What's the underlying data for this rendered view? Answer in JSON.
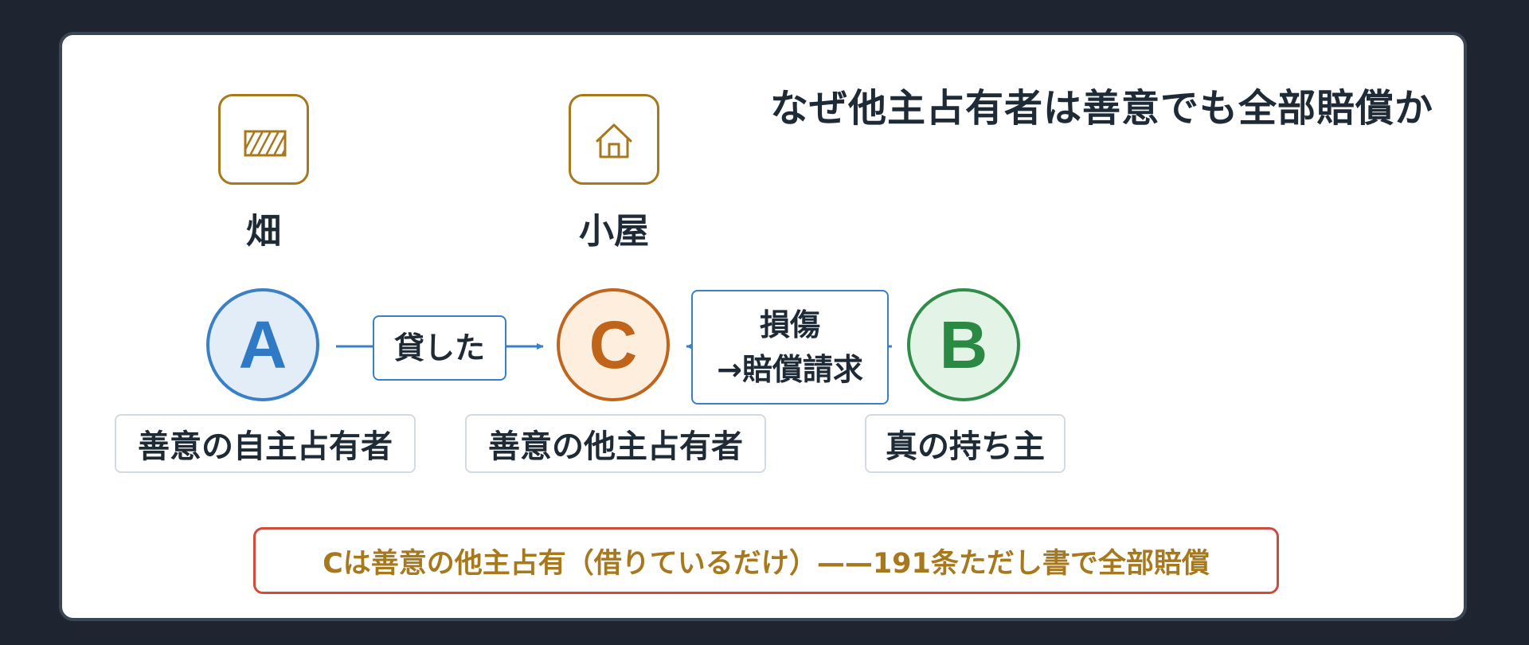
{
  "title": "なぜ他主占有者は善意でも全部賠償か",
  "objects": [
    {
      "label": "畑",
      "icon": "field-icon"
    },
    {
      "label": "小屋",
      "icon": "house-icon"
    }
  ],
  "nodes": [
    {
      "letter": "A",
      "role": "善意の自主占有者"
    },
    {
      "letter": "C",
      "role": "善意の他主占有者"
    },
    {
      "letter": "B",
      "role": "真の持ち主"
    }
  ],
  "edges": [
    {
      "from": "A",
      "to": "C",
      "label": "貸した"
    },
    {
      "from": "B",
      "to": "C",
      "label_lines": [
        "損傷",
        "→賠償請求"
      ]
    }
  ],
  "footer": "Cは善意の他主占有（借りているだけ）——191条ただし書で全部賠償",
  "colors": {
    "background": "#1e2530",
    "card": "#ffffff",
    "accent_gold": "#a8781d",
    "node_a": "#3a80c6",
    "node_c": "#c0651c",
    "node_b": "#2f8d49",
    "footer_border": "#cf4b3b"
  }
}
